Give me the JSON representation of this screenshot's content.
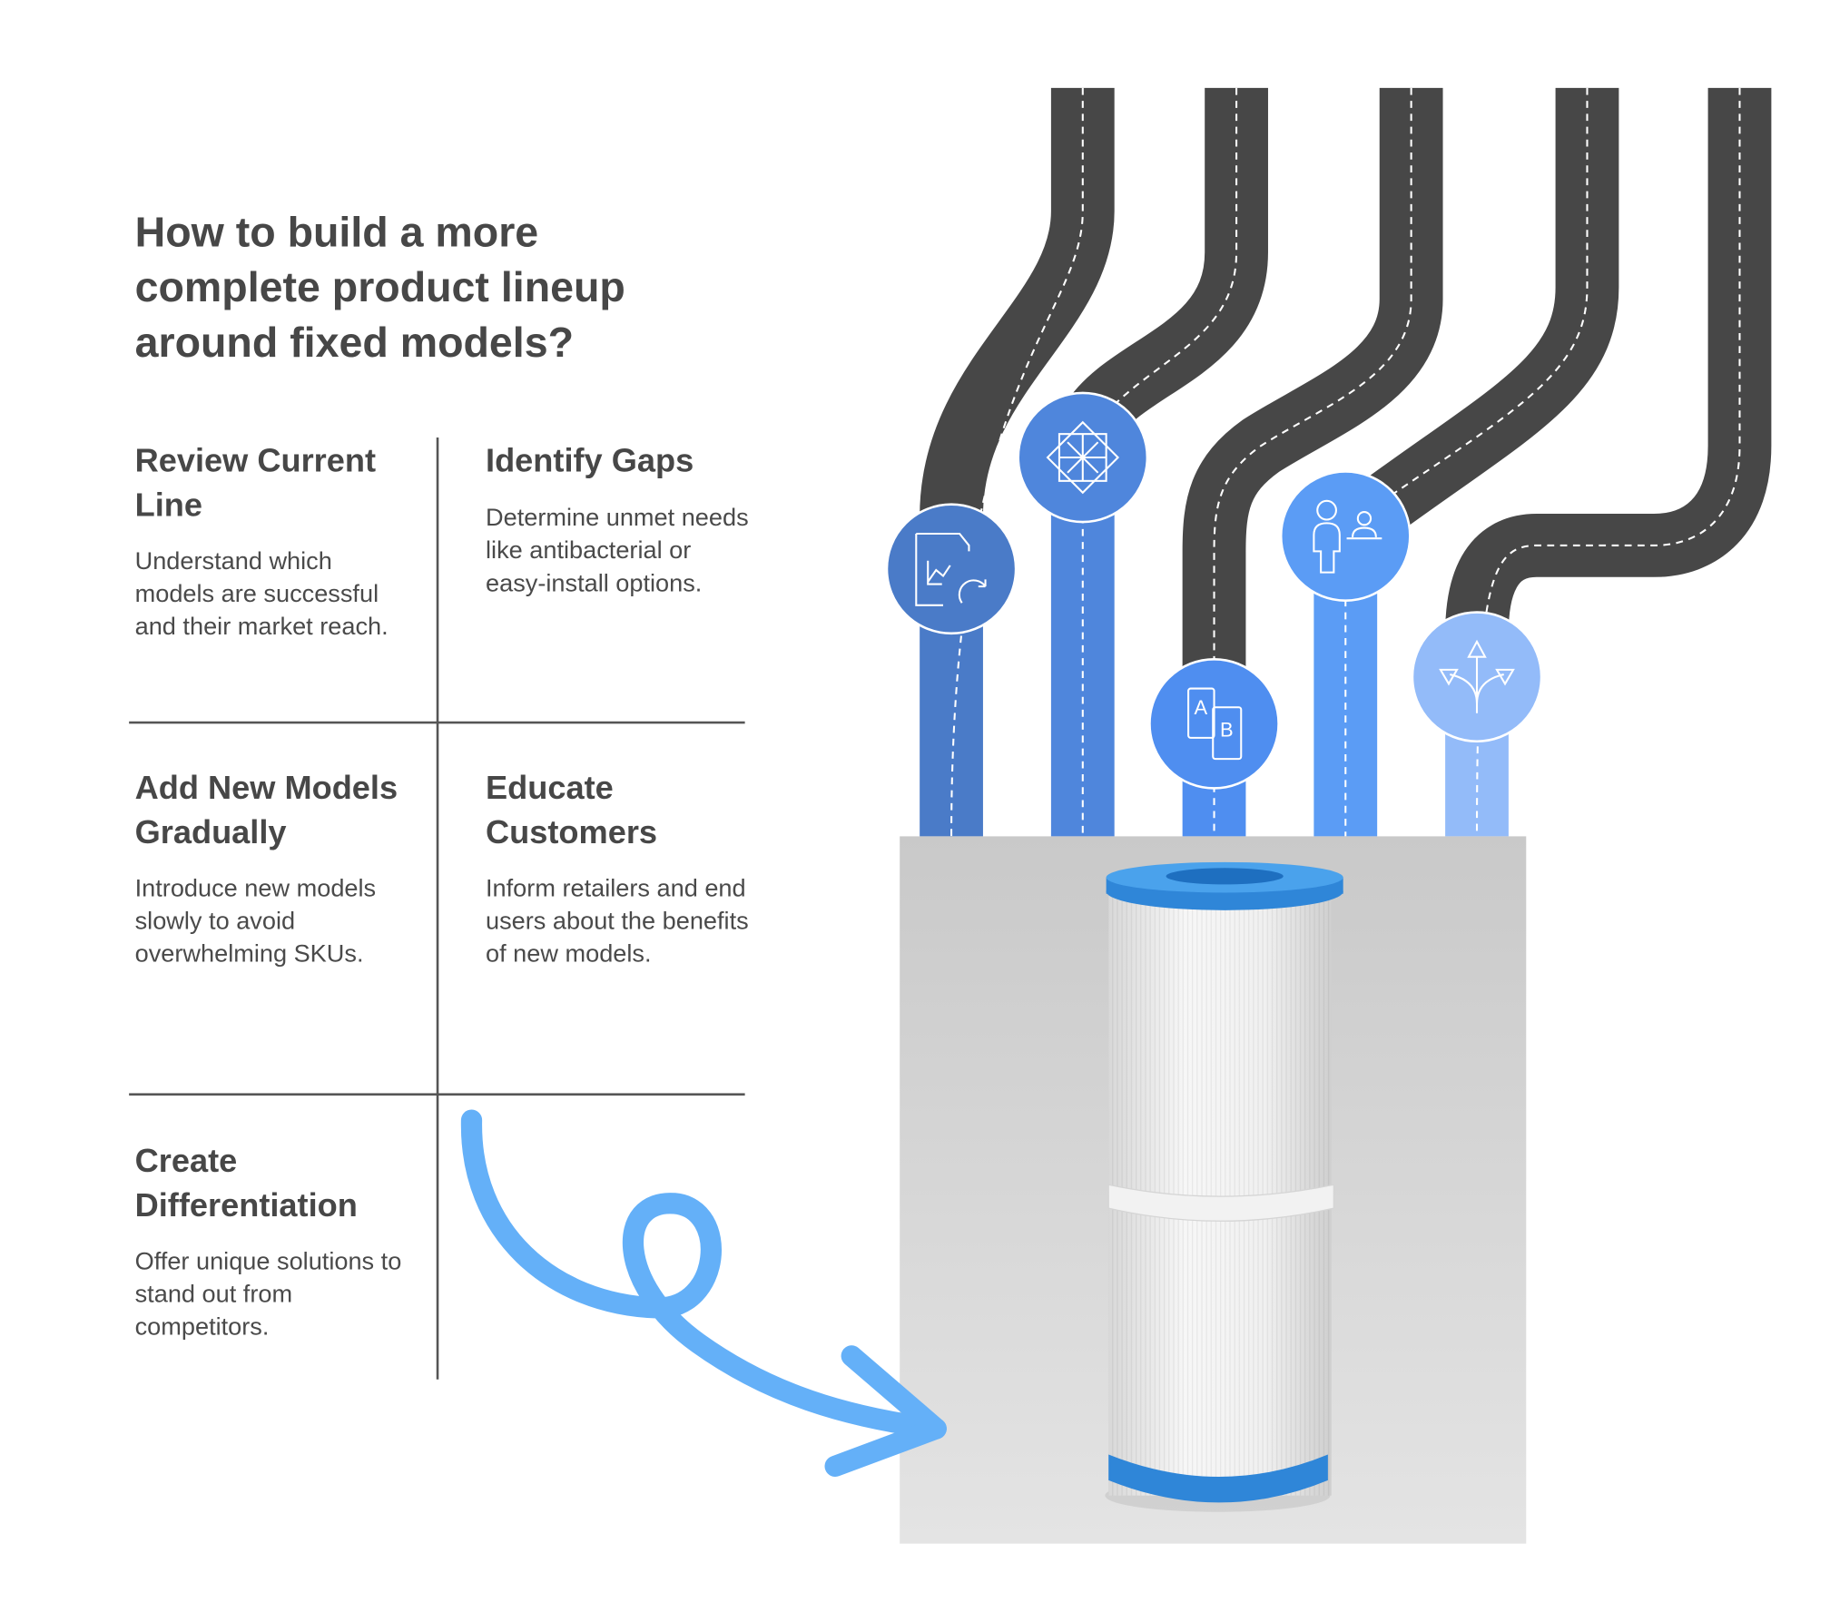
{
  "title": "How to build a more complete product lineup around fixed models?",
  "steps": [
    {
      "heading": "Review Current Line",
      "description": "Understand which models are successful and their market reach."
    },
    {
      "heading": "Identify Gaps",
      "description": "Determine unmet needs like antibacterial or easy-install options."
    },
    {
      "heading": "Add New Models Gradually",
      "description": "Introduce new models slowly to avoid overwhelming SKUs."
    },
    {
      "heading": "Educate Customers",
      "description": "Inform retailers and end users about the benefits of new models."
    },
    {
      "heading": "Create Differentiation",
      "description": "Offer unique solutions to stand out from competitors."
    }
  ],
  "icons": [
    "chart-document-refresh-icon",
    "puzzle-pattern-icon",
    "ab-test-phones-icon",
    "presenter-audience-icon",
    "split-arrows-icon"
  ],
  "colors": {
    "road": "#474747",
    "lane1": "#4a7bc8",
    "lane2": "#4f86dc",
    "lane3": "#4f8ef0",
    "lane4": "#5b9cf5",
    "lane5": "#93bbf9",
    "arrow": "#64b0f8"
  }
}
